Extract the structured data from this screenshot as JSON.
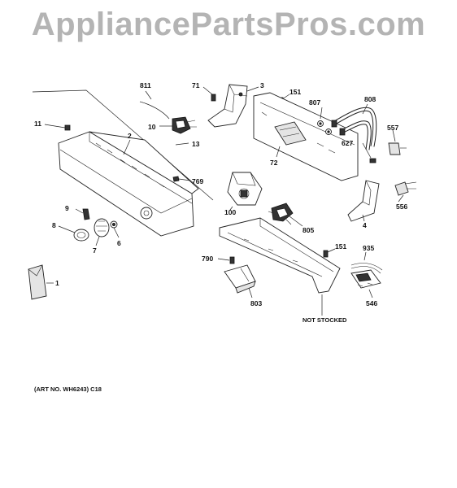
{
  "watermark": "AppliancePartsPros.com",
  "parts": [
    {
      "id": "p811",
      "label": "811"
    },
    {
      "id": "p71",
      "label": "71"
    },
    {
      "id": "p3",
      "label": "3"
    },
    {
      "id": "p151a",
      "label": "151"
    },
    {
      "id": "p807",
      "label": "807"
    },
    {
      "id": "p808",
      "label": "808"
    },
    {
      "id": "p11",
      "label": "11"
    },
    {
      "id": "p10",
      "label": "10"
    },
    {
      "id": "p2",
      "label": "2"
    },
    {
      "id": "p13",
      "label": "13"
    },
    {
      "id": "p557",
      "label": "557"
    },
    {
      "id": "p627",
      "label": "627"
    },
    {
      "id": "p72",
      "label": "72"
    },
    {
      "id": "p769",
      "label": "769"
    },
    {
      "id": "p9",
      "label": "9"
    },
    {
      "id": "p100",
      "label": "100"
    },
    {
      "id": "p556",
      "label": "556"
    },
    {
      "id": "p8",
      "label": "8"
    },
    {
      "id": "p805",
      "label": "805"
    },
    {
      "id": "p4",
      "label": "4"
    },
    {
      "id": "p6",
      "label": "6"
    },
    {
      "id": "p7",
      "label": "7"
    },
    {
      "id": "p151b",
      "label": "151"
    },
    {
      "id": "p935",
      "label": "935"
    },
    {
      "id": "p790",
      "label": "790"
    },
    {
      "id": "p1",
      "label": "1"
    },
    {
      "id": "p803",
      "label": "803"
    },
    {
      "id": "p546",
      "label": "546"
    }
  ],
  "notes": {
    "not_stocked": "NOT STOCKED",
    "art_no": "(ART NO. WH6243) C18"
  }
}
